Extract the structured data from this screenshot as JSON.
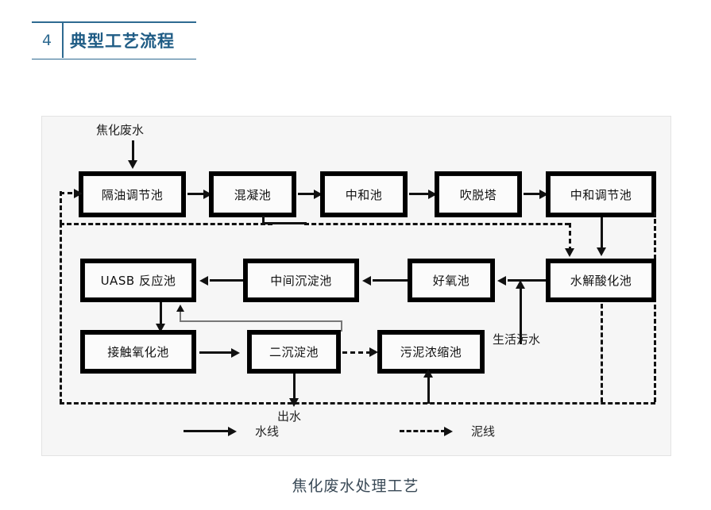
{
  "header": {
    "number": "4",
    "title": "典型工艺流程"
  },
  "diagram": {
    "inputs": [
      {
        "key": "coking_wastewater",
        "label": "焦化废水"
      },
      {
        "key": "domestic_sewage",
        "label": "生活污水"
      }
    ],
    "outputs": [
      {
        "key": "effluent",
        "label": "出水"
      }
    ],
    "nodes": [
      {
        "id": "n1",
        "label": "隔油调节池"
      },
      {
        "id": "n2",
        "label": "混凝池"
      },
      {
        "id": "n3",
        "label": "中和池"
      },
      {
        "id": "n4",
        "label": "吹脱塔"
      },
      {
        "id": "n5",
        "label": "中和调节池"
      },
      {
        "id": "n6",
        "label": "水解酸化池"
      },
      {
        "id": "n7",
        "label": "好氧池"
      },
      {
        "id": "n8",
        "label": "中间沉淀池"
      },
      {
        "id": "n9",
        "label": "UASB 反应池"
      },
      {
        "id": "n10",
        "label": "接触氧化池"
      },
      {
        "id": "n11",
        "label": "二沉淀池"
      },
      {
        "id": "n12",
        "label": "污泥浓缩池"
      }
    ],
    "legend": [
      {
        "style": "solid",
        "label": "水线"
      },
      {
        "style": "dash-dot",
        "label": "泥线"
      }
    ]
  },
  "caption": "焦化废水处理工艺",
  "colors": {
    "header_blue": "#2e6a91",
    "title_blue": "#1f5c85",
    "diagram_bg": "#f6f6f6",
    "line_black": "#111111",
    "caption_gray": "#3a4a57"
  }
}
